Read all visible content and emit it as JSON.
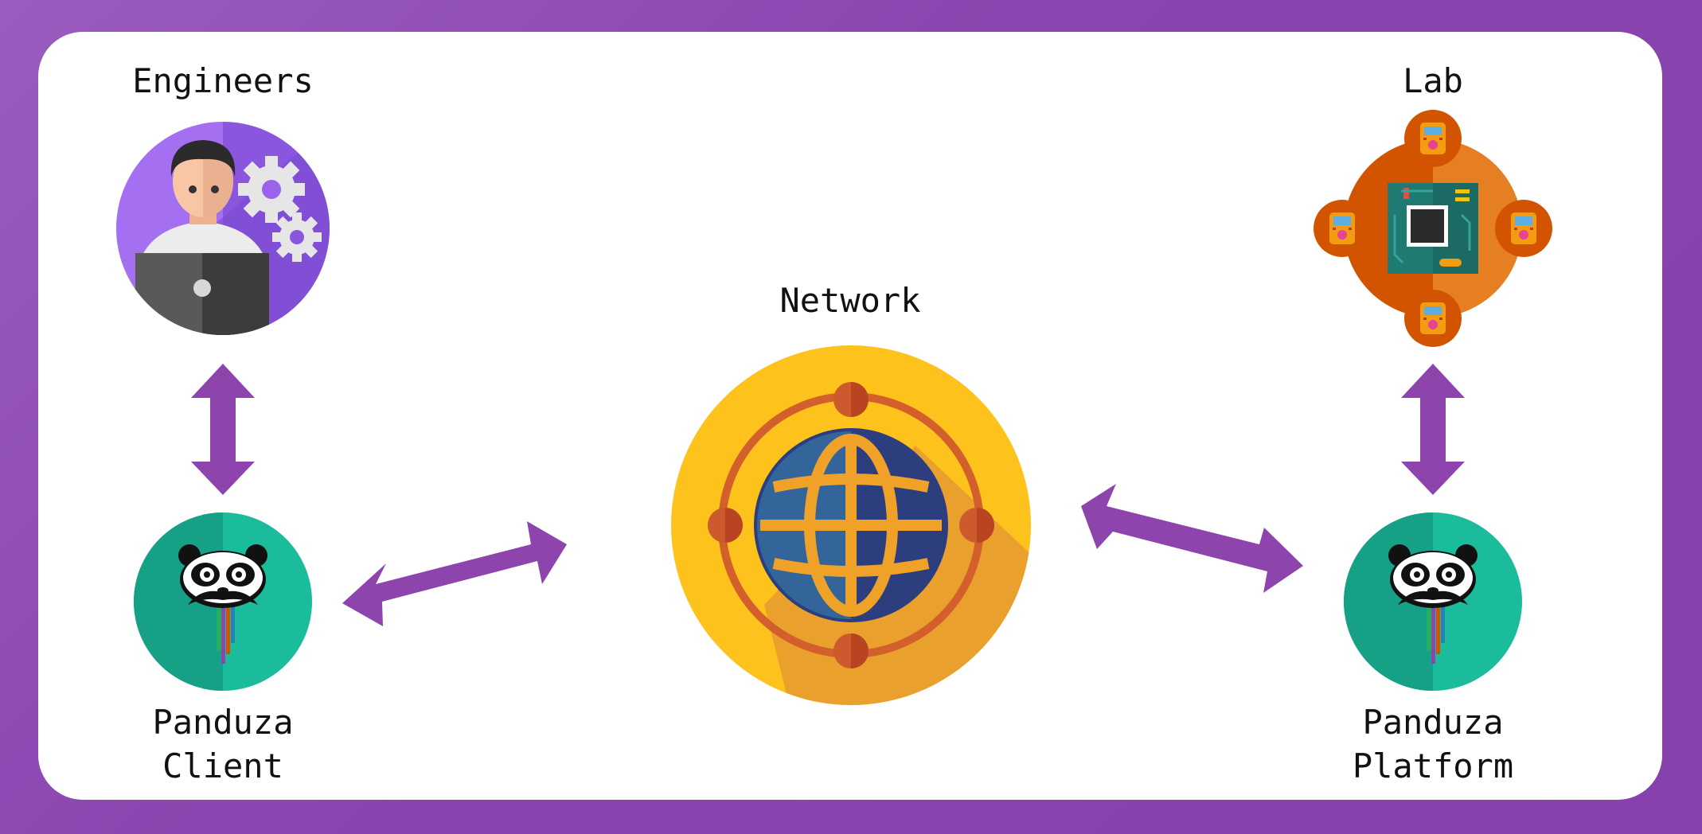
{
  "labels": {
    "engineers": "Engineers",
    "lab": "Lab",
    "network": "Network",
    "client_line1": "Panduza",
    "client_line2": "Client",
    "platform_line1": "Panduza",
    "platform_line2": "Platform"
  },
  "colors": {
    "background": "#8b45b0",
    "arrow": "#8e44ad",
    "engineer_circle": "#a46ff0",
    "panduza_circle": "#1abc9c",
    "network_circle": "#fdc21c",
    "globe": "#2f4a8a",
    "lab_circle": "#e67e22",
    "board": "#1f7a72"
  }
}
